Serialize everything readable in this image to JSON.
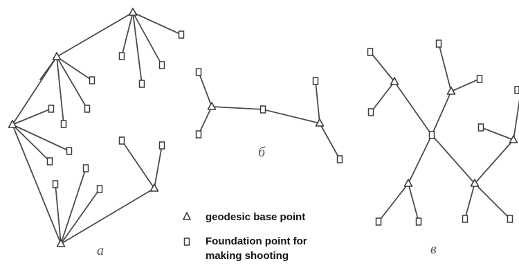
{
  "figure_labels": {
    "a": "а",
    "b": "б",
    "v": "в"
  },
  "legend": {
    "base_point": "geodesic base point",
    "foundation_point_line1": "Foundation point for",
    "foundation_point_line2": "making shooting"
  },
  "icons": {
    "base_point_symbol": "triangle-icon",
    "foundation_point_symbol": "square-icon"
  },
  "colors": {
    "line": "#4a4a4a",
    "symbol_outline": "#3a3a3a"
  }
}
